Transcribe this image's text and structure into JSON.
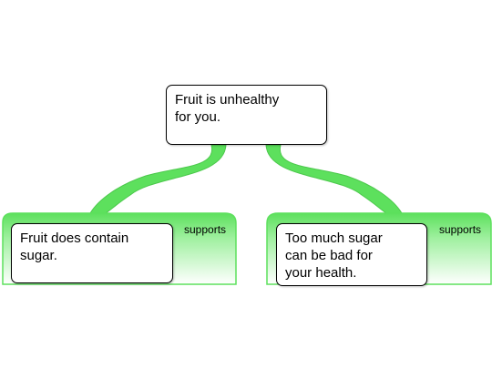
{
  "colors": {
    "connector": "#5de05d",
    "connector_edge": "#4cc84c",
    "fade_end": "#ffffff"
  },
  "claim": {
    "text": "Fruit is unhealthy\nfor you."
  },
  "reasons": [
    {
      "text": "Fruit does contain\nsugar.",
      "relation": "supports"
    },
    {
      "text": "Too much sugar\ncan be bad for\nyour health.",
      "relation": "supports"
    }
  ]
}
